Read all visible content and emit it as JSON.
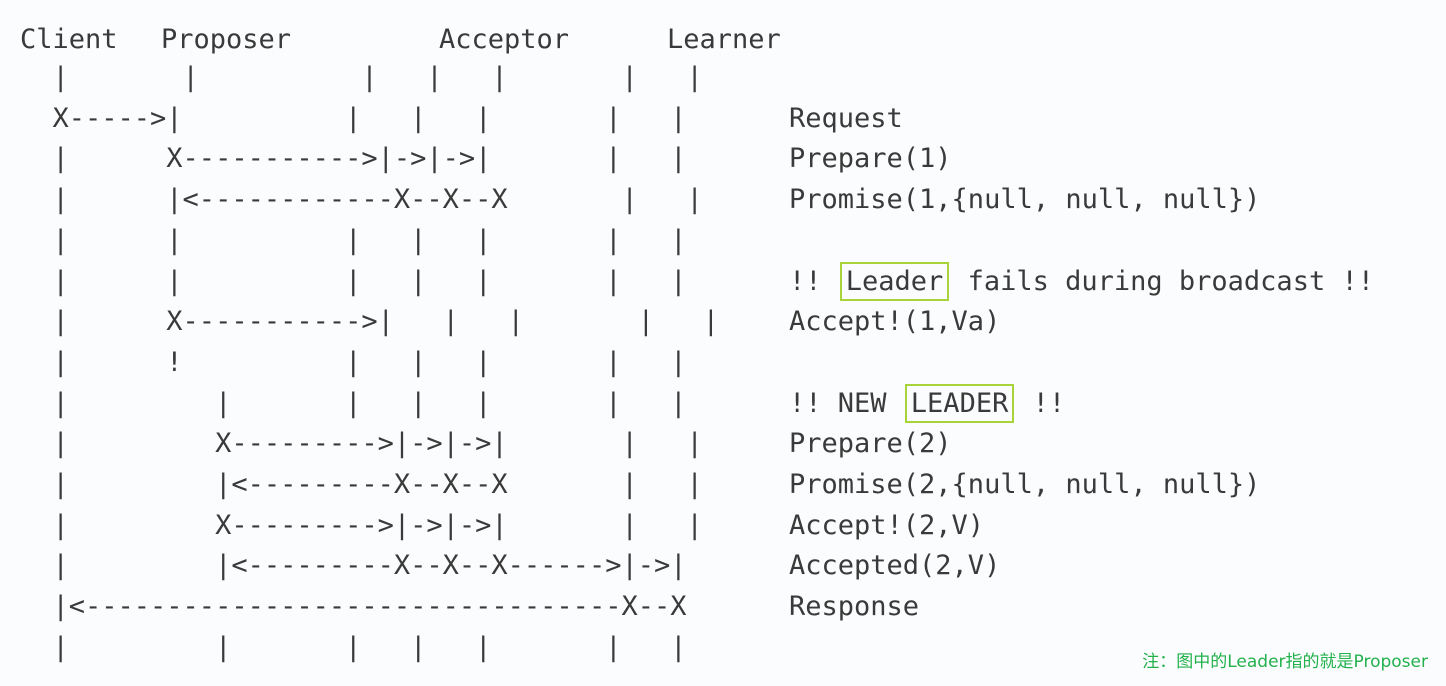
{
  "diagram": {
    "headers": [
      "Client",
      "Proposer",
      "Acceptor",
      "Learner"
    ],
    "rows": [
      {
        "art": "  |       |          |   |   |       |   |",
        "label": ""
      },
      {
        "art": "  X----->|          |   |   |       |   |",
        "label": "Request"
      },
      {
        "art": "  |      X----------->|->|->|       |   |",
        "label": "Prepare(1)"
      },
      {
        "art": "  |      |<------------X--X--X       |   |",
        "label": "Promise(1,{null, null, null})"
      },
      {
        "art": "  |      |          |   |   |       |   |",
        "label": ""
      },
      {
        "art": "  |      |          |   |   |       |   |",
        "label": "",
        "highlight": {
          "before": "!! ",
          "word": "Leader",
          "after": " fails during broadcast !!"
        }
      },
      {
        "art": "  |      X----------->|   |   |       |   |",
        "label": "Accept!(1,Va)"
      },
      {
        "art": "  |      !          |   |   |       |   |",
        "label": ""
      },
      {
        "art": "  |         |       |   |   |       |   |",
        "label": "",
        "highlight": {
          "before": "!! NEW ",
          "word": "LEADER",
          "after": " !!"
        }
      },
      {
        "art": "  |         X--------->|->|->|       |   |",
        "label": "Prepare(2)"
      },
      {
        "art": "  |         |<---------X--X--X       |   |",
        "label": "Promise(2,{null, null, null})"
      },
      {
        "art": "  |         X--------->|->|->|       |   |",
        "label": "Accept!(2,V)"
      },
      {
        "art": "  |         |<---------X--X--X------>|->|",
        "label": "Accepted(2,V)"
      },
      {
        "art": "  |<---------------------------------X--X",
        "label": "Response"
      },
      {
        "art": "  |         |       |   |   |       |   |",
        "label": ""
      }
    ]
  },
  "note": "注：图中的Leader指的就是Proposer",
  "colors": {
    "text": "#3a3a3a",
    "highlight_border": "#a8d43a",
    "note": "#22b14c"
  }
}
